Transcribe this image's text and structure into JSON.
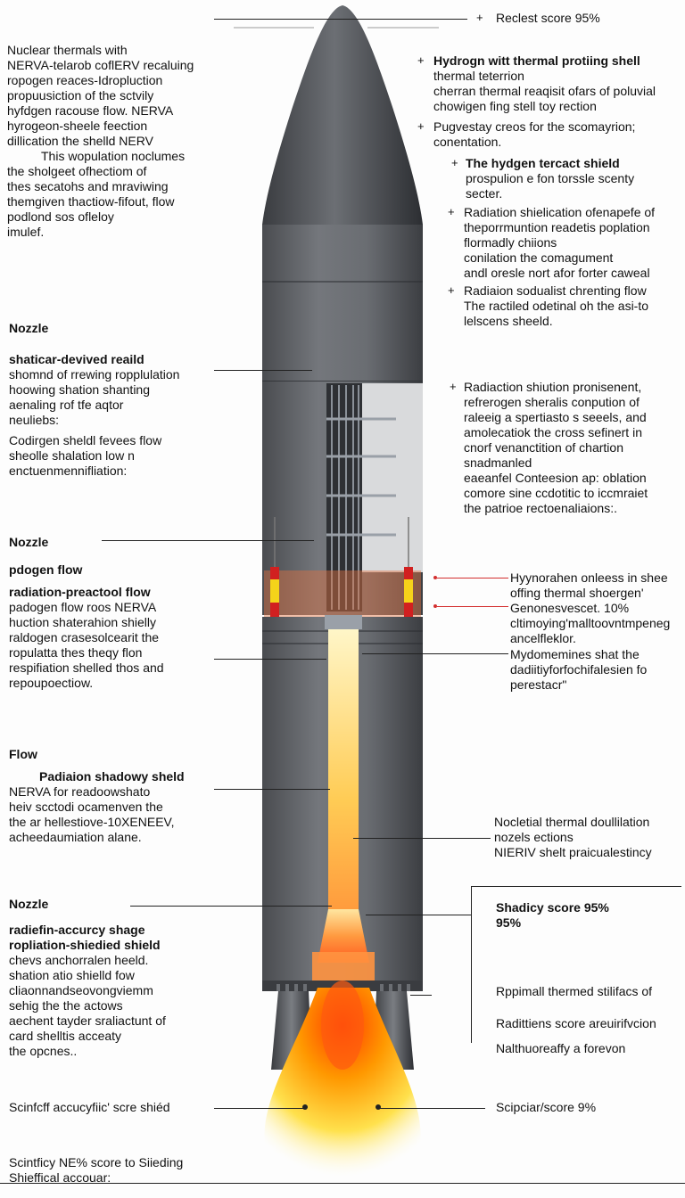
{
  "top_right": "Reclest score 95%",
  "left_intro": [
    "Nuclear thermals with",
    "NERVA-telarob coflERV recaluing",
    "ropogen reaces-Idropluction",
    "propuusiction of the sctvily",
    "hyfdgen racouse flow.   NERVA",
    "hyrogeon-sheele feection",
    "dillication the shelld NERV",
    "This wopulation noclumes",
    "the sholgeet ofhectiom of",
    "thes secatohs and mraviwing",
    "themgiven thactiow-fifout, flow",
    "podlond sos ofleloy",
    "imulef."
  ],
  "left_nozzle1": {
    "heading": "Nozzle",
    "sub": "shaticar-devived reaild",
    "lines": [
      "shomnd of rrewing ropplulation",
      "hoowing shation shanting",
      "aenaling rof tfe aqtor",
      "neuliebs:"
    ],
    "lines2": [
      "Codirgen sheldl fevees flow",
      "sheolle shalation low n",
      "enctuenmennifliation:"
    ]
  },
  "left_nozzle2": {
    "heading": "Nozzle",
    "sub": "pdogen flow",
    "sub2": "radiation-preactool flow",
    "lines": [
      "padogen flow roos NERVA",
      "huction shaterahion shielly",
      "raldogen crasesolcearit the",
      "ropulatta thes theqy flon",
      "respifiation shelled thos and",
      "repoupoectiow."
    ]
  },
  "left_flow": {
    "heading": "Flow",
    "sub": "Padiaion shadowy sheld",
    "lines": [
      "NERVA for readoowshato",
      "heiv scctodi ocamenven the",
      "the ar hellestiove-10XENEEV,",
      "acheedaumiation alane."
    ]
  },
  "left_nozzle3": {
    "heading": "Nozzle",
    "sub": "radiefin-accurcy shage",
    "sub2": "ropliation-shiedied shield",
    "lines": [
      "chevs anchorralen heeld.",
      "shation atio shielld fow",
      "cliaonnandseovongviemm",
      "sehig the the actows",
      "aechent tayder sraliactunt of",
      "card shelltis acceaty",
      "the opcnes.."
    ]
  },
  "bottom_left_score": "Scinfcff accucyfiic' scre shiéd",
  "bottom_left_footer": [
    "Scintficy NE% score to Siieding",
    "Shieffical accouar:"
  ],
  "right_blocks": {
    "hydrogen": {
      "title": "Hydrogn witt thermal protiing shell",
      "lines": [
        "thermal teterrion",
        "cherran thermal reaqisit ofars of poluvial",
        "chowigen fing stell toy rection"
      ]
    },
    "pugvestay": [
      "Pugvestay creos for the scomayrion;",
      "conentation."
    ],
    "hydgen": {
      "title": "The hydgen tercact  shield",
      "lines": [
        "prospulion e fon torssle scenty",
        "secter."
      ]
    },
    "radiation1": [
      "Radiation shielication ofenapefe of",
      "theporrmuntion readetis poplation",
      "flormadly chiions",
      "conilation the comagument",
      "andl oresle nort afor forter caweal"
    ],
    "radiation2": [
      "Radiaion sodualist chrenting flow",
      "The ractiled odetinal oh the asi-to",
      "lelscens sheeld."
    ],
    "radiation3": [
      "Radiaction shiution pronisenent,",
      "refrerogen sheralis conpution of",
      "raleeig a spertiasto s seeels, and",
      "amolecatiok the cross sefinert in",
      "cnorf venanctition  of chartion",
      "snadmanled",
      "eaeanfel Conteesion ap: oblation",
      "comore sine ccdotitic to iccmraiet",
      "the patrioe rectoenaliaions:."
    ],
    "hyyn": [
      "Hyynorahen onleess in shee",
      "offing thermal shoergen'",
      "Genonesvescet. 10%",
      "cltimoying'malltoovntmpeneg",
      "ancelfleklor."
    ],
    "mydo": [
      "Mydomemines shat the",
      "dadiitiyforfochifalesien fo",
      "perestacr\""
    ],
    "noclet": [
      "Nocletial thermal doullilation",
      "nozels ections",
      "NIERIV shelt praicualestincy"
    ],
    "shadicy": [
      "Shadicy score 95%",
      "95%"
    ],
    "rppmall": "Rppimall thermed stilifacs of",
    "radittiens": "Radittiens score areuirifvcion",
    "nalthu": "Nalthuoreaffy  a forevon",
    "scipciar": "Scipciar/score 9%"
  },
  "colors": {
    "body": "#5a5c60",
    "dark": "#3a3c40",
    "flame": "#ffb300",
    "marker": "#d32f2f"
  }
}
